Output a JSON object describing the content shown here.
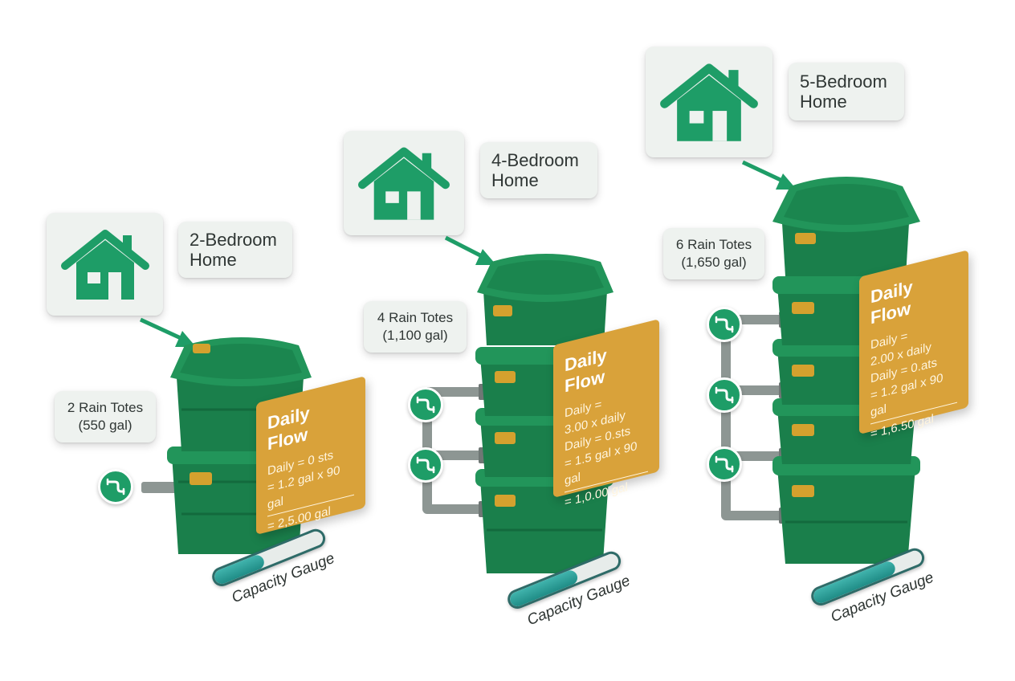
{
  "homes": [
    {
      "label_lines": [
        "2-Bedroom",
        "Home"
      ],
      "totes_lines": [
        "2 Rain Totes",
        "(550 gal)"
      ],
      "flow": {
        "title": "Daily Flow",
        "lines": [
          "Daily = 0 sts",
          "= 1.2 gal x 90 gal"
        ],
        "result": "= 2,5.00 gal"
      },
      "gauge": {
        "label": "Capacity Gauge",
        "fill_fraction": 0.45
      }
    },
    {
      "label_lines": [
        "4-Bedroom",
        "Home"
      ],
      "totes_lines": [
        "4 Rain Totes",
        "(1,100 gal)"
      ],
      "flow": {
        "title": "Daily Flow",
        "lines": [
          "Daily =",
          "3.00 x daily",
          "Daily = 0.sts",
          "= 1.5 gal x 90 gal"
        ],
        "result": "= 1,0.00 gal"
      },
      "gauge": {
        "label": "Capacity Gauge",
        "fill_fraction": 0.62
      }
    },
    {
      "label_lines": [
        "5-Bedroom",
        "Home"
      ],
      "totes_lines": [
        "6 Rain Totes",
        "(1,650 gal)"
      ],
      "flow": {
        "title": "Daily Flow",
        "lines": [
          "Daily =",
          "2.00 x daily",
          "Daily = 0.ats",
          "= 1.2 gal x 90 gal"
        ],
        "result": "= 1,6.50 gal"
      },
      "gauge": {
        "label": "Capacity Gauge",
        "fill_fraction": 0.75
      }
    }
  ],
  "icons": {
    "house": "house-icon",
    "arrow": "arrow-down-right-icon",
    "valve": "pipe-valve-icon",
    "tote": "rain-tote-icon"
  },
  "colors": {
    "tote_green": "#1a7f4b",
    "icon_green": "#1e9d67",
    "flow_card": "#d9a23a",
    "latch": "#d4a12e",
    "gauge_fill": "#2aa39b",
    "card_bg": "#eef2ef"
  }
}
